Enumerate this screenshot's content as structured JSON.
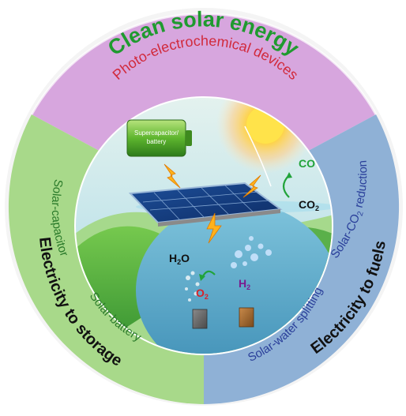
{
  "top_ring": {
    "title": "Clean solar energy",
    "subtitle": "Photo-electrochemical devices"
  },
  "left_ring": {
    "label_1": "Solar-capacitor",
    "label_2": "Solar-battery",
    "bold_label": "Electricity to storage"
  },
  "right_ring": {
    "label_1": "Solar-water splitting",
    "label_2": "Solar-CO",
    "label_2_sub": "2",
    "label_2_suffix": " reduction",
    "bold_label": "Electricity to fuels"
  },
  "center": {
    "battery_label_1": "Supercapacitor/",
    "battery_label_2": "battery",
    "co": "CO",
    "co2_main": "CO",
    "co2_sub": "2",
    "h2o_h": "H",
    "h2o_sub": "2",
    "h2o_o": "O",
    "o2_main": "O",
    "o2_sub": "2",
    "h2_main": "H",
    "h2_sub": "2"
  },
  "colors": {
    "top_ring": "#d7a6de",
    "left_ring": "#a8d98a",
    "right_ring": "#8fb1d6",
    "title_green": "#1f9a2f",
    "subtitle_red": "#d12a3c",
    "left_label_green": "#2a7a2a",
    "right_label_blue": "#2a3f9a",
    "co_green": "#21a33a",
    "o2_red": "#d8232a",
    "h2_purple": "#7a1c8f"
  }
}
